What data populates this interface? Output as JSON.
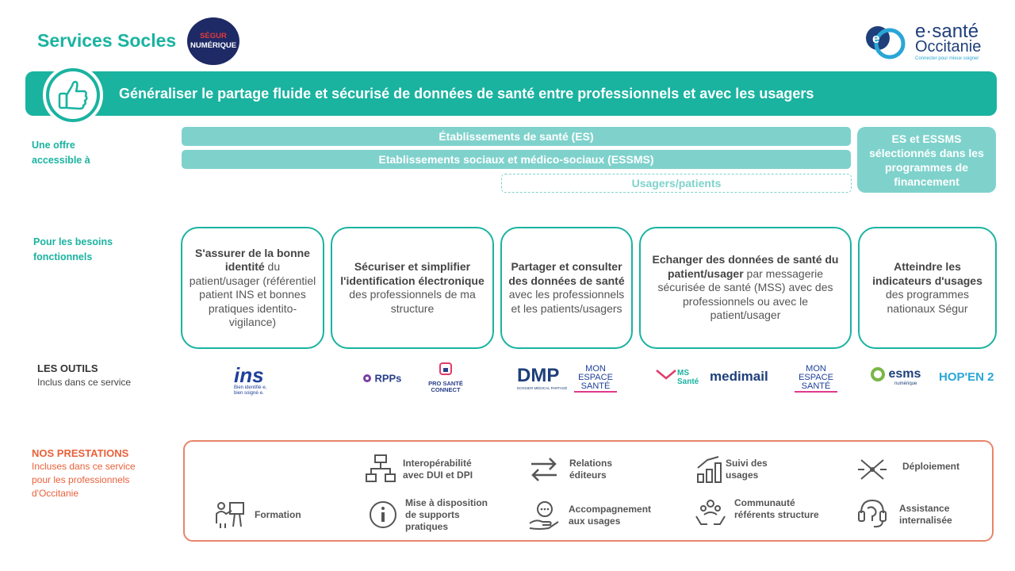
{
  "header": {
    "title": "Services Socles",
    "segur_line1": "SÉGUR",
    "segur_line2": "NUMÉRIQUE",
    "logo_line1": "e·santé",
    "logo_line2": "Occitanie",
    "logo_tagline": "Connecter pour mieux soigner"
  },
  "banner": {
    "text": "Généraliser le partage fluide et sécurisé de données de santé entre professionnels et avec les usagers"
  },
  "offer": {
    "label": "Une offre accessible à",
    "bars": [
      "Établissements de santé (ES)",
      "Etablissements sociaux et médico-sociaux (ESSMS)",
      "Usagers/patients"
    ],
    "side_box": "ES et ESSMS sélectionnés dans les programmes de financement"
  },
  "needs": {
    "label": "Pour les besoins fonctionnels",
    "cards": [
      {
        "bold": "S'assurer de la bonne identité",
        "rest": " du patient/usager (référentiel patient INS et bonnes pratiques identito-vigilance)"
      },
      {
        "pre": "Sécuriser et simplifier l'identification ",
        "bold": "Sécuriser et simplifier l'identification électronique",
        "rest": " des professionnels de ma structure"
      },
      {
        "bold": "Partager et consulter des données de santé",
        "rest": " avec les professionnels et les patients/usagers"
      },
      {
        "bold": "Echanger des données de santé du patient/usager",
        "rest": " par messagerie sécurisée de santé (MSS) avec des professionnels ou avec le patient/usager"
      },
      {
        "bold": "Atteindre les indicateurs d'usages",
        "rest": " des programmes nationaux Ségur"
      }
    ]
  },
  "tools": {
    "label": "LES OUTILS",
    "sub": "Inclus dans ce service",
    "items": [
      "ins",
      "Bien identifié·e, bien soigné·e.",
      "RPPs",
      "PRO SANTÉ CONNECT",
      "DMP",
      "DOSSIER MÉDICAL PARTAGÉ",
      "MON ESPACE SANTÉ",
      "MS Santé",
      "medimail",
      "MON ESPACE SANTÉ",
      "esms",
      "numérique",
      "HOP'EN 2"
    ]
  },
  "prestations": {
    "label": "NOS PRESTATIONS",
    "sub": "Incluses dans ce service pour les professionnels d'Occitanie",
    "items": [
      "Interopérabilité avec DUI et DPI",
      "Relations éditeurs",
      "Suivi des usages",
      "Déploiement",
      "Formation",
      "Mise à disposition de supports pratiques",
      "Accompagnement aux usages",
      "Communauté référents structure",
      "Assistance internalisée"
    ]
  },
  "colors": {
    "teal": "#1ab3a0",
    "light_teal": "#7fd2cc",
    "orange": "#e8613a",
    "navy": "#1e2a66"
  }
}
